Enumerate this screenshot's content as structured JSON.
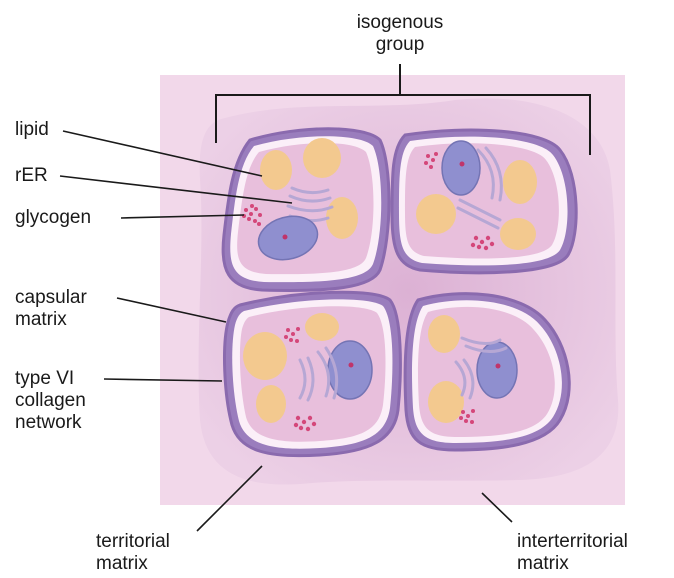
{
  "labels": {
    "isogenous": [
      "isogenous",
      "group"
    ],
    "lipid": "lipid",
    "rer": "rER",
    "glycogen": "glycogen",
    "capsular": [
      "capsular",
      "matrix"
    ],
    "collagen": [
      "type VI",
      "collagen",
      "network"
    ],
    "territorial": [
      "territorial",
      "matrix"
    ],
    "interterritorial": [
      "interterritorial",
      "matrix"
    ]
  },
  "colors": {
    "interterritorial_matrix": "#f1d7e9",
    "territorial_matrix": "#e4bedb",
    "capsule_ring": "#9a7dbd",
    "cell_lacuna": "#fbeff8",
    "cytoplasm": "#e8bfdc",
    "lipid": "#f3c98f",
    "nucleus": "#8f8fcf",
    "rer": "#b6a7d4",
    "glycogen": "#d4477a",
    "leader_line": "#1a1a1a"
  }
}
